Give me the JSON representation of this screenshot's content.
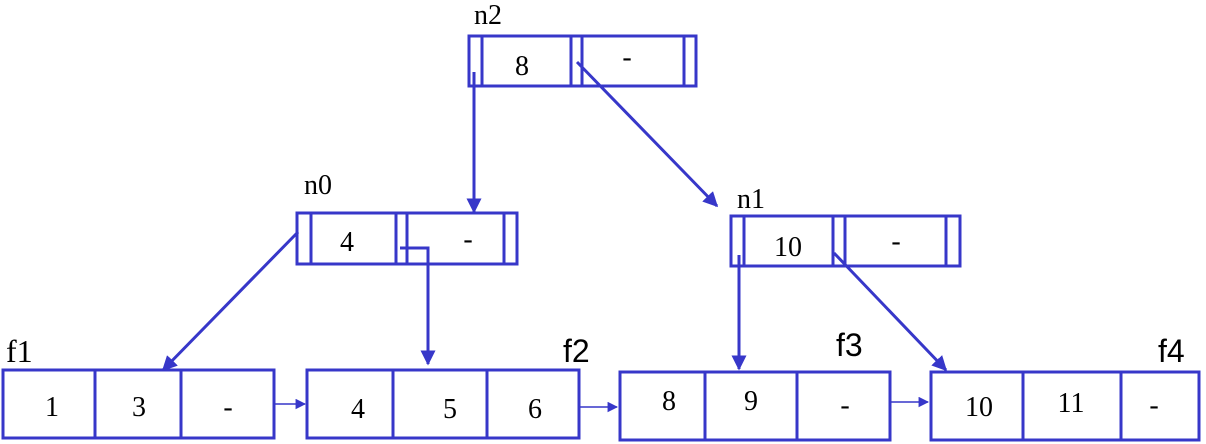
{
  "accent_color": "#3737c9",
  "nodes": {
    "n2": {
      "label": "n2",
      "keys": [
        "8",
        "-"
      ]
    },
    "n0": {
      "label": "n0",
      "keys": [
        "4",
        "-"
      ]
    },
    "n1": {
      "label": "n1",
      "keys": [
        "10",
        "-"
      ]
    }
  },
  "leaves": {
    "f1": {
      "label": "f1",
      "keys": [
        "1",
        "3",
        "-"
      ]
    },
    "f2": {
      "label": "f2",
      "keys": [
        "4",
        "5",
        "6"
      ]
    },
    "f3": {
      "label": "f3",
      "keys": [
        "8",
        "9",
        "-"
      ]
    },
    "f4": {
      "label": "f4",
      "keys": [
        "10",
        "11",
        "-"
      ]
    }
  }
}
